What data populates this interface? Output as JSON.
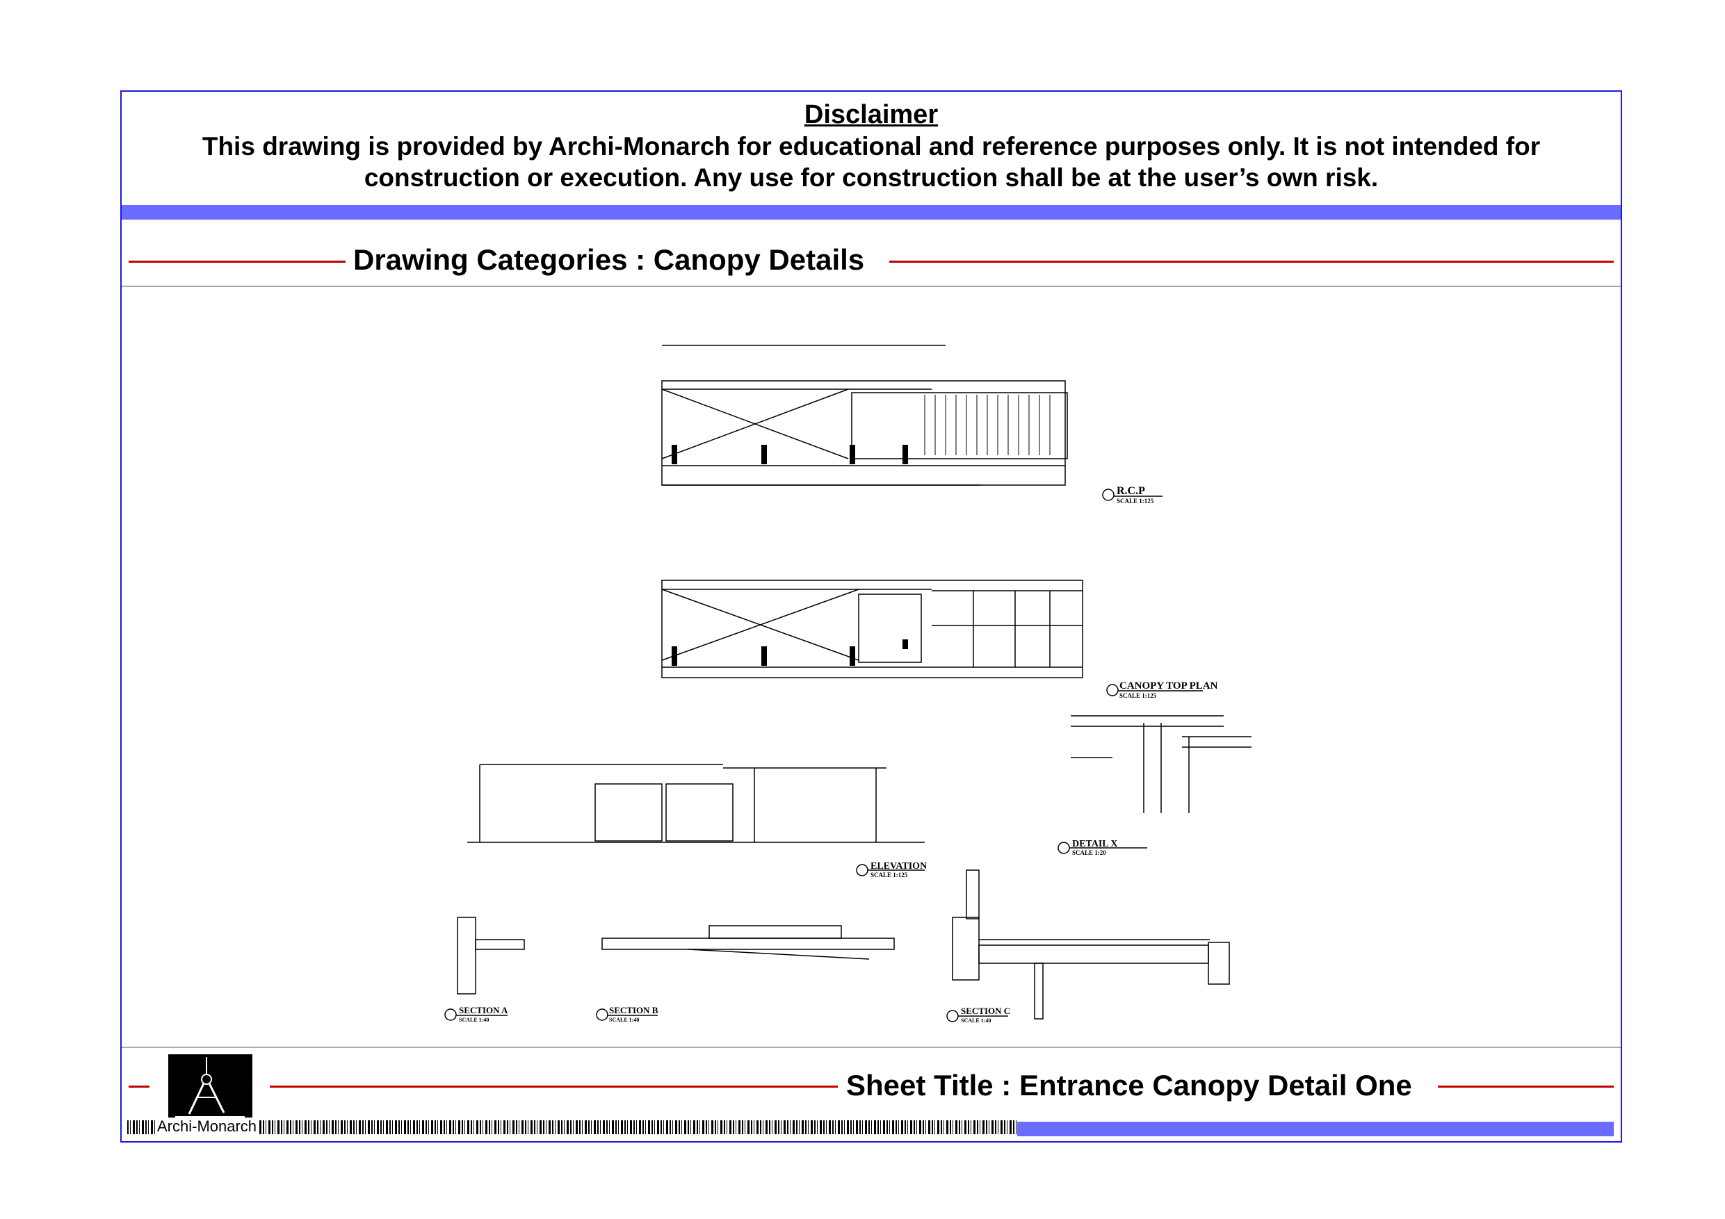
{
  "disclaimer": {
    "title": "Disclaimer",
    "text": "This drawing is provided by Archi-Monarch for educational and reference purposes only. It is not intended for construction or execution. Any use for construction shall be at the user’s own risk."
  },
  "category": {
    "title": "Drawing Categories : Canopy Details"
  },
  "drawings": [
    {
      "name": "R.C.P",
      "scale": "SCALE 1:125"
    },
    {
      "name": "CANOPY TOP PLAN",
      "scale": "SCALE 1:125"
    },
    {
      "name": "ELEVATION",
      "scale": "SCALE 1:125"
    },
    {
      "name": "DETAIL X",
      "scale": "SCALE 1:20"
    },
    {
      "name": "SECTION A",
      "scale": "SCALE 1:40"
    },
    {
      "name": "SECTION B",
      "scale": "SCALE 1:40"
    },
    {
      "name": "SECTION C",
      "scale": "SCALE 1:40"
    }
  ],
  "footer": {
    "sheet_title": "Sheet Title : Entrance Canopy Detail One",
    "brand": "Archi-Monarch"
  },
  "colors": {
    "frame": "#1a1adb",
    "band": "#6b6bff",
    "rule": "#c00000"
  }
}
